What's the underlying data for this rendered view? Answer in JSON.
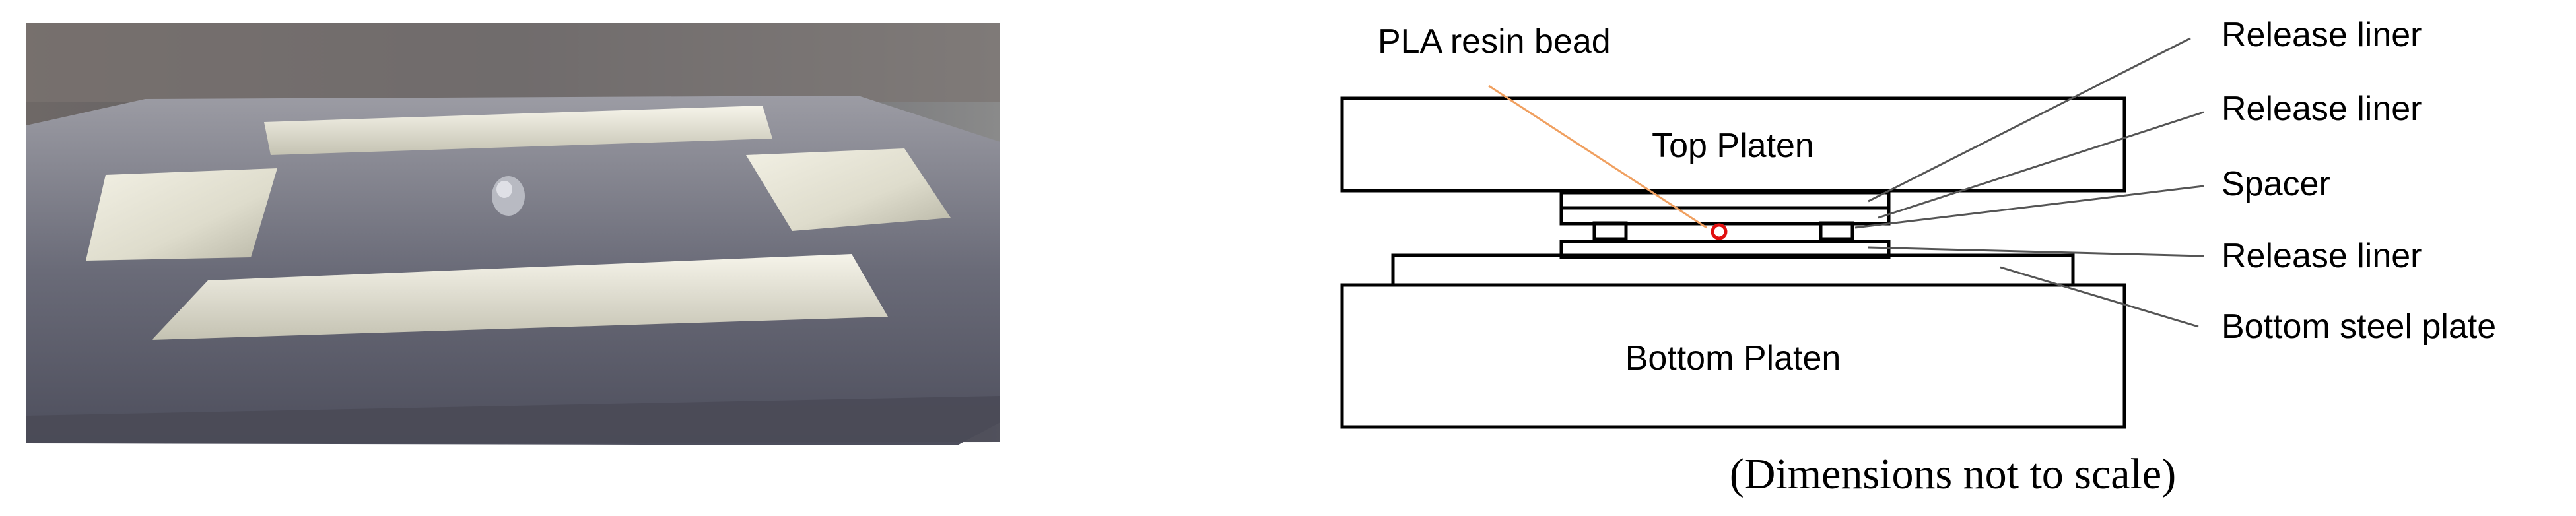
{
  "figure": {
    "labels": {
      "resin_bead": "PLA resin bead",
      "release_liner_1": "Release liner",
      "release_liner_2": "Release liner",
      "spacer": "Spacer",
      "release_liner_3": "Release liner",
      "bottom_steel_plate": "Bottom steel plate",
      "top_platen": "Top Platen",
      "bottom_platen": "Bottom Platen"
    },
    "caption": "(Dimensions not to scale)"
  },
  "colors": {
    "outline": "#000000",
    "leader_line": "#555555",
    "resin_leader": "#f0a060",
    "resin_bead": "#e01010",
    "photo_background": "#5c5e6c",
    "foil": "#e4e2d2"
  }
}
